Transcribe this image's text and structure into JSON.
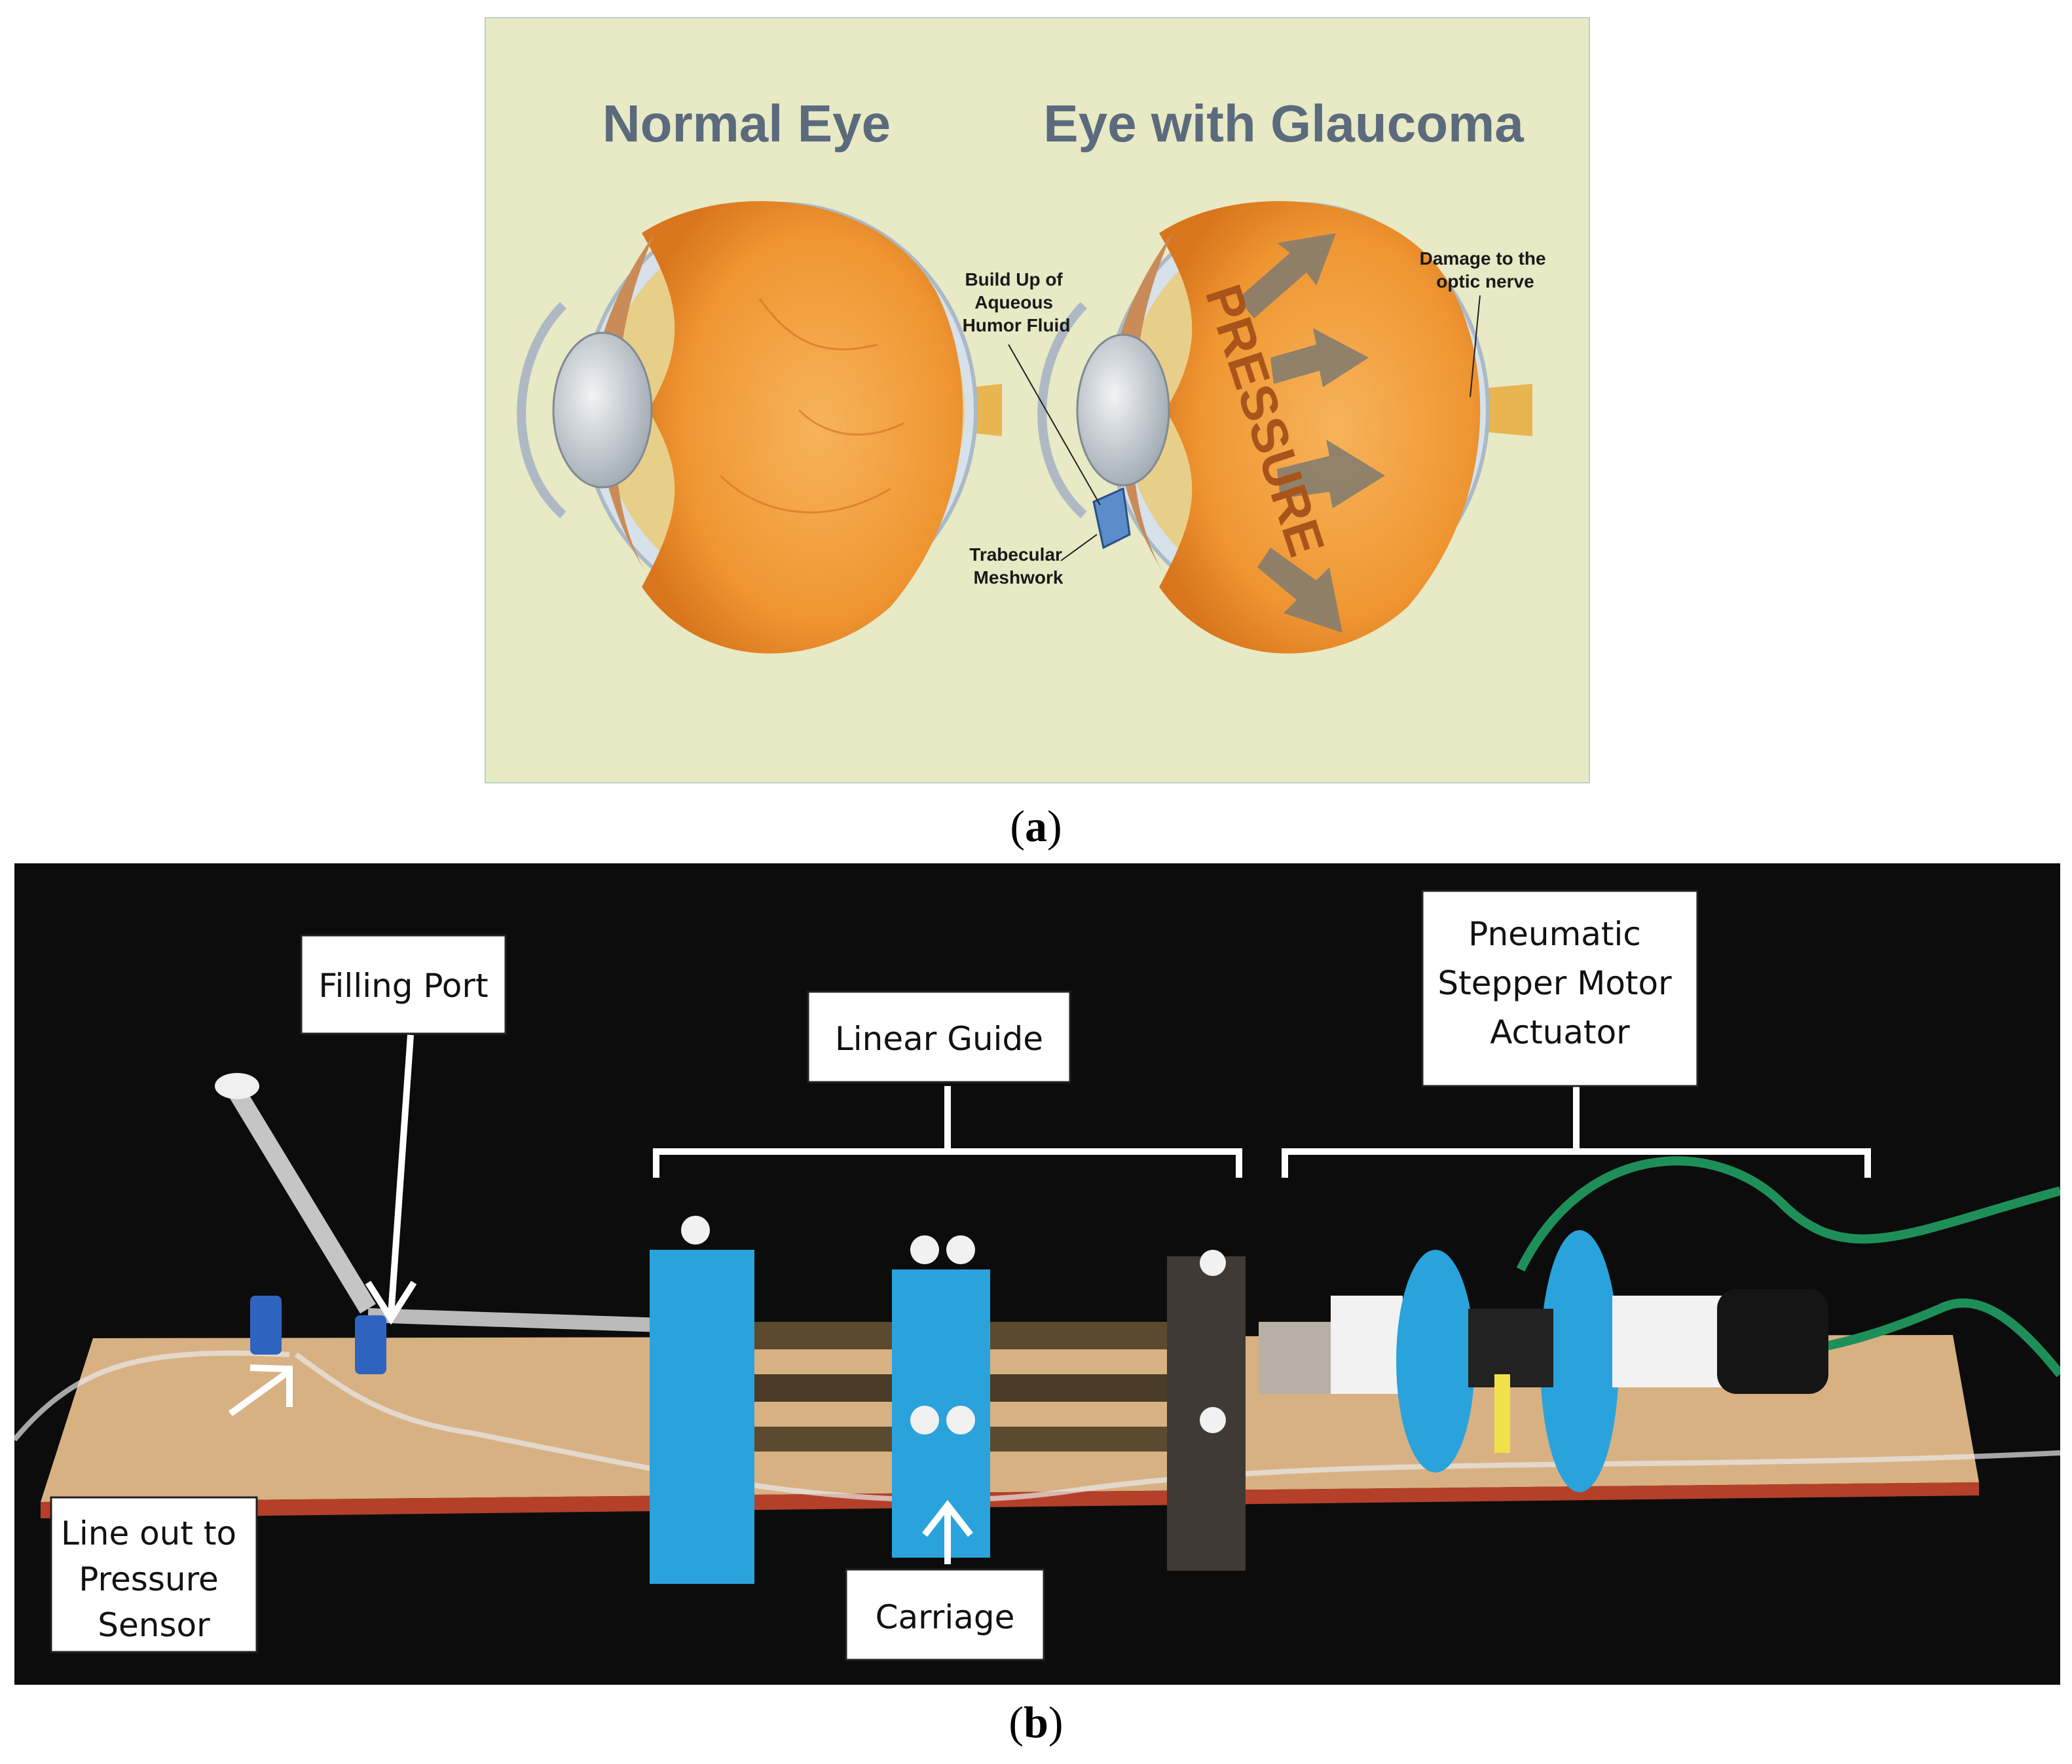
{
  "panel_a": {
    "caption": "a",
    "titles": {
      "normal": "Normal Eye",
      "glaucoma": "Eye with Glaucoma"
    },
    "labels": {
      "buildup": [
        "Build Up of",
        "Aqueous",
        "Humor Fluid"
      ],
      "meshwork": [
        "Trabecular",
        "Meshwork"
      ],
      "damage": [
        "Damage to the",
        "optic nerve"
      ],
      "pressure": "PRESSURE"
    },
    "colors": {
      "background": "#e8e9c5",
      "eyeball": "#f09a35",
      "sclera": "#d9e4ec",
      "arrow": "#857d6e"
    }
  },
  "panel_b": {
    "caption": "b",
    "callouts": {
      "filling_port": [
        "Filling Port"
      ],
      "linear_guide": [
        "Linear Guide"
      ],
      "pneumatic": [
        "Pneumatic",
        "Stepper Motor",
        "Actuator"
      ],
      "line_out": [
        "Line out to",
        "Pressure",
        "Sensor"
      ],
      "carriage": [
        "Carriage"
      ]
    },
    "colors": {
      "background": "#0c0c0c",
      "board": "#d8b183",
      "blue_part": "#2aa3dd",
      "tube": "#1f8f5a"
    }
  }
}
